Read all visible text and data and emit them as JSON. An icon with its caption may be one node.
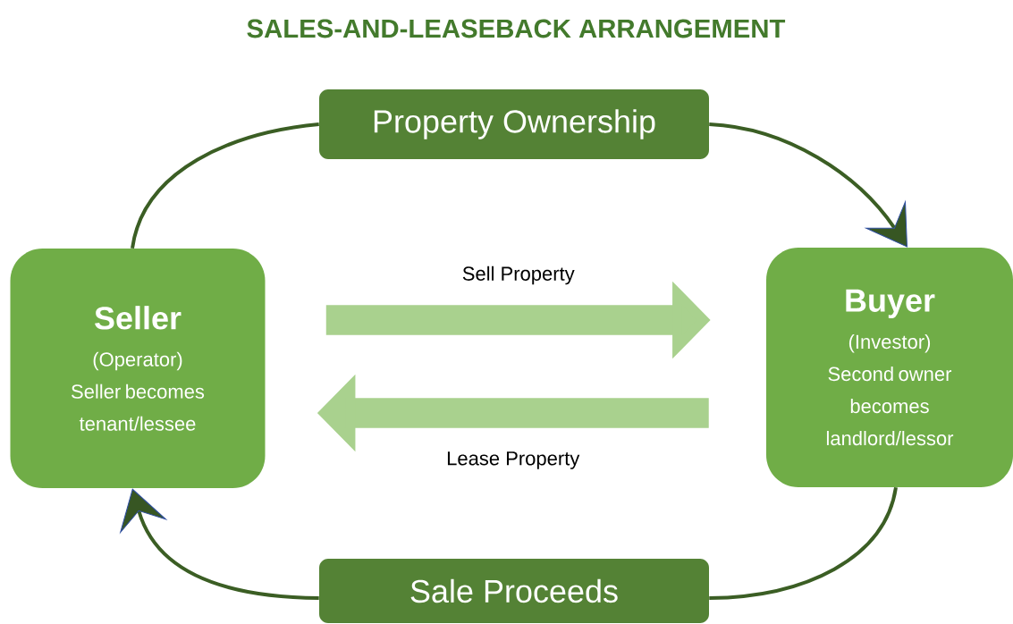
{
  "diagram": {
    "title": "SALES-AND-LEASEBACK ARRANGEMENT",
    "nodes": [
      {
        "text": [
          "Property Ownership"
        ]
      },
      {
        "text": [
          "Seller",
          "(Operator)",
          "Seller becomes tenant/lessee"
        ]
      },
      {
        "text": [
          "Buyer",
          "(Investor)",
          "Second owner becomes landlord/lessor"
        ]
      },
      {
        "text": [
          "Sale Proceeds"
        ]
      }
    ],
    "edges": [
      {
        "from": 1,
        "to": 0,
        "arrow": "none"
      },
      {
        "from": 0,
        "to": 2,
        "arrow": "to"
      },
      {
        "from": 2,
        "to": 3,
        "arrow": "none"
      },
      {
        "from": 3,
        "to": 1,
        "arrow": "to"
      },
      {
        "from": 1,
        "to": 2,
        "arrow": "to",
        "label": "Sell Property",
        "style": "thick",
        "color": "#a9d18e"
      },
      {
        "from": 2,
        "to": 1,
        "arrow": "to",
        "label": "Lease Property",
        "style": "thick",
        "color": "#a9d18e"
      }
    ]
  }
}
